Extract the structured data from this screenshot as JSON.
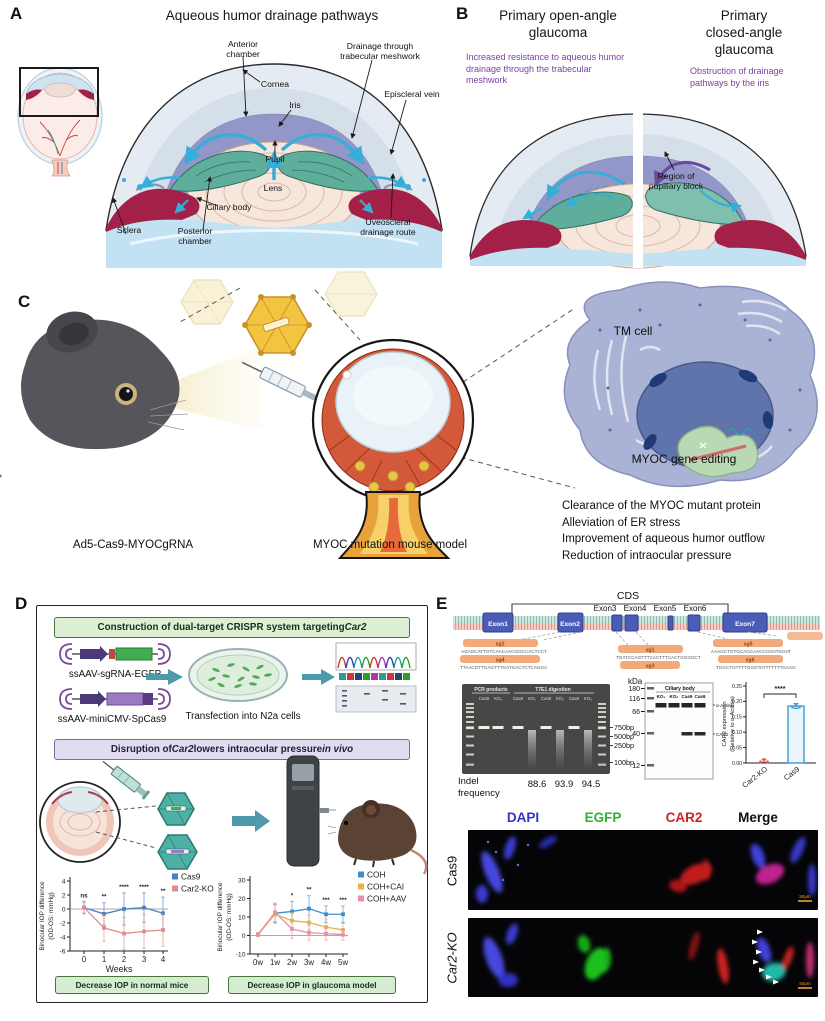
{
  "colors": {
    "purple_note": "#7b3fa0",
    "flow_arrow": "#35aed8",
    "blocked_arrow": "#6a4a9f",
    "header_green_bg": "#ddefd5",
    "header_purple_bg": "#e2dcf0",
    "exon_blue": "#4a5cb5",
    "sgRNA_orange": "#f2aa7c"
  },
  "panelA": {
    "label": "A",
    "title": "Aqueous humor drainage pathways",
    "labels": {
      "anterior_chamber": "Anterior\nchamber",
      "drainage_tm": "Drainage through\ntrabecular meshwork",
      "cornea": "Cornea",
      "iris": "Iris",
      "episcleral_vein": "Episcleral vein",
      "pupil": "Pupil",
      "lens": "Lens",
      "ciliary_body": "Ciliary body",
      "sclera": "Sclera",
      "posterior_chamber": "Posterior\nchamber",
      "uveoscleral": "Uveoscleral\ndrainage route"
    }
  },
  "panelB": {
    "label": "B",
    "title_left": "Primary open-angle\nglaucoma",
    "title_right": "Primary closed-angle\nglaucoma",
    "note_left": "Increased resistance to aqueous humor drainage through the trabecular meshwork",
    "note_right": "Obstruction of drainage pathways by the iris",
    "annotation": "Region of\npupillary block"
  },
  "panelC": {
    "label": "C",
    "cell_label": "TM cell",
    "editing_label": "MYOC gene editing",
    "outcomes": [
      "Clearance of the MYOC mutant protein",
      "Alleviation of ER stress",
      "Improvement of aqueous humor outflow",
      "Reduction of intraocular pressure"
    ],
    "caption_left": "Ad5-Cas9-MYOCgRNA",
    "caption_right": "MYOC mutation mouse model"
  },
  "panelD": {
    "label": "D",
    "header1_pre": "Construction of dual-target CRISPR system targeting ",
    "header1_em": "Car2",
    "vector1": "ssAAV-sgRNA-EGFP",
    "vector2": "ssAAV-miniCMV-SpCas9",
    "transfection": "Transfection into N2a cells",
    "header2_pre": "Disruption of ",
    "header2_em1": "Car2",
    "header2_mid": " lowers intraocular pressure ",
    "header2_em2": "in vivo",
    "caption1": "Decrease IOP in normal mice",
    "caption2": "Decrease IOP in glaucoma model"
  },
  "panelE": {
    "label": "E",
    "cds": "CDS",
    "exons": [
      "Exon1",
      "Exon2",
      "Exon3",
      "Exon4",
      "Exon5",
      "Exon6",
      "Exon7"
    ],
    "sgRNAs": [
      {
        "name": "sg2",
        "seq": "AGAGCATTGTCAACAACGGCCACTCCT"
      },
      {
        "name": "sg4",
        "seq": "TTAACGTTGAGTTTGATGACTCTCAGGA"
      },
      {
        "name": "sg1",
        "seq": "TGATCCAGTTTCACTTTCACTGGGGCT"
      },
      {
        "name": "sg3",
        "seq": ""
      },
      {
        "name": "sg5",
        "seq": "AAAGCTGTGCAGCAACCGGATGGAT"
      },
      {
        "name": "sg6",
        "seq": "TGGCTGTTTTGGGTATTTTTTTGAAG"
      }
    ],
    "gel": {
      "header1": "PCR products",
      "header2": "T7E1 digestion",
      "lanes": [
        "Cas9",
        "KO₁",
        "Cas9",
        "KO₁",
        "Cas9",
        "KO₂",
        "Cas9",
        "KO₃"
      ],
      "markers": [
        "750bp",
        "500bp",
        "250bp",
        "100bp"
      ],
      "indel_label": "Indel\nfrequency",
      "indel_values": [
        "88.6",
        "93.9",
        "94.5"
      ]
    },
    "blot": {
      "kda_label": "kDa",
      "markers": [
        "180",
        "116",
        "66",
        "40",
        "12"
      ],
      "header": "Ciliary body",
      "lanes": [
        "KO₁",
        "KO₂",
        "Cas9",
        "Cas9"
      ],
      "band1": "α-Actinin",
      "band2": "CAR2"
    },
    "fluorescence": {
      "channels": [
        {
          "name": "DAPI",
          "color": "#3434c8"
        },
        {
          "name": "EGFP",
          "color": "#2cb52c"
        },
        {
          "name": "CAR2",
          "color": "#d42020"
        },
        {
          "name": "Merge",
          "color": "#101010"
        }
      ],
      "rows": [
        "Cas9",
        "Car2-KO"
      ],
      "scale": "50μm"
    }
  },
  "chart_data": [
    {
      "id": "iop-normal",
      "type": "line",
      "x": [
        0,
        1,
        2,
        3,
        4
      ],
      "xlabels": [
        "0",
        "1",
        "2",
        "3",
        "4"
      ],
      "xlabel": "Weeks",
      "ylabel_line1": "Binocular IOP difference",
      "ylabel_line2": "(OD-OS: mmHg)",
      "ylim": [
        -6,
        4
      ],
      "yticks": [
        4,
        2,
        0,
        -2,
        -4,
        -6
      ],
      "series": [
        {
          "name": "Cas9",
          "color": "#4d7ebf",
          "values": [
            0.2,
            -0.7,
            0.0,
            0.2,
            -0.6
          ],
          "err": [
            0.8,
            1.6,
            2.3,
            2.1,
            2.3
          ]
        },
        {
          "name": "Car2-KO",
          "color": "#e48a8a",
          "values": [
            0.2,
            -2.7,
            -3.5,
            -3.2,
            -3.0
          ],
          "err": [
            0.9,
            1.9,
            2.3,
            2.4,
            2.3
          ]
        }
      ],
      "sig": [
        "ns",
        "**",
        "****",
        "****",
        "**"
      ],
      "caption": "Decrease IOP in normal mice"
    },
    {
      "id": "iop-glaucoma",
      "type": "line",
      "xlabels": [
        "0w",
        "1w",
        "2w",
        "3w",
        "4w",
        "5w"
      ],
      "ylabel_line1": "Binocular IOP difference",
      "ylabel_line2": "(OD-OS: mmHg)",
      "ylim": [
        -10,
        30
      ],
      "yticks": [
        30,
        20,
        10,
        0,
        -10
      ],
      "series": [
        {
          "name": "COH",
          "color": "#3d8fd1",
          "values": [
            0.5,
            12,
            13,
            14.5,
            11.5,
            11.5
          ],
          "err": [
            1,
            5,
            5.5,
            7,
            4.5,
            4.5
          ]
        },
        {
          "name": "COH+CAI",
          "color": "#ecaf4e",
          "values": [
            0.5,
            11.5,
            8,
            7,
            4.5,
            3
          ],
          "err": [
            1,
            5,
            4.5,
            4,
            4,
            3.5
          ]
        },
        {
          "name": "COH+AAV",
          "color": "#e891a1",
          "values": [
            0.5,
            12.5,
            3.5,
            1.5,
            1,
            0.5
          ],
          "err": [
            1,
            5,
            5,
            4,
            3.5,
            3
          ]
        }
      ],
      "sig": [
        "",
        "",
        "*",
        "**",
        "***",
        "***"
      ],
      "caption": "Decrease IOP in glaucoma model"
    },
    {
      "id": "car2-expression",
      "type": "bar",
      "categories": [
        "Car2-KO",
        "Cas9"
      ],
      "values": [
        0.007,
        0.185
      ],
      "errors": [
        0.004,
        0.008
      ],
      "colors": [
        "#e05a5a",
        "#3d9ad0"
      ],
      "ylabel_line1": "CAR2 expression",
      "ylabel_line2": "(Relative to α-Actinin)",
      "ylim": [
        0,
        0.25
      ],
      "yticks": [
        0.25,
        0.2,
        0.15,
        0.1,
        0.05,
        0.0
      ],
      "sig": "****"
    }
  ]
}
